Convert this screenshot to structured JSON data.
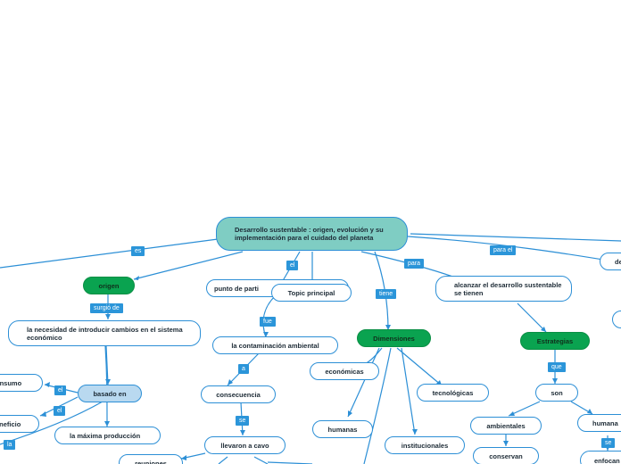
{
  "root": "Desarrollo sustentable : origen, evolución y su implementación para el cuidado del planeta",
  "nodes": {
    "origen": "origen",
    "punto_partida": "punto de parti",
    "topic": "Topic principal",
    "alcanzar": "alcanzar el desarrollo sustentable se tienen",
    "de_partial": "de",
    "necesidad": "la necesidad de introducir cambios en el sistema económico",
    "basado": "basado en",
    "consumo": "onsumo",
    "beneficio": "eneficio",
    "maxima": "la máxima producción",
    "reuniones": "reuniones",
    "contaminacion": "la contaminación ambiental",
    "consecuencia": "consecuencia",
    "llevaron": "llevaron a cavo",
    "dimensiones": "Dimensiones",
    "economicas": "económicas",
    "tecnologicas": "tecnológicas",
    "humanas": "humanas",
    "institucionales": "institucionales",
    "estrategias": "Estrategias",
    "son": "son",
    "ambientales": "ambientales",
    "conservan": "conservan",
    "humanas2": "humana",
    "enfocan": "enfocan"
  },
  "labels": {
    "es": "es",
    "el": "el",
    "para": "para",
    "para_el": "para el",
    "surgio": "surgió de",
    "tiene": "tiene",
    "fue": "fue",
    "a": "a",
    "se": "se",
    "que": "que",
    "el1": "el",
    "el2": "el",
    "la": "la",
    "se2": "se"
  },
  "colors": {
    "line": "#2c8fd6",
    "label_bg": "#2b95d9",
    "root_bg": "#7fcdc3",
    "main_bg": "#0aa350",
    "sub_bg": "#b9d9f0"
  }
}
